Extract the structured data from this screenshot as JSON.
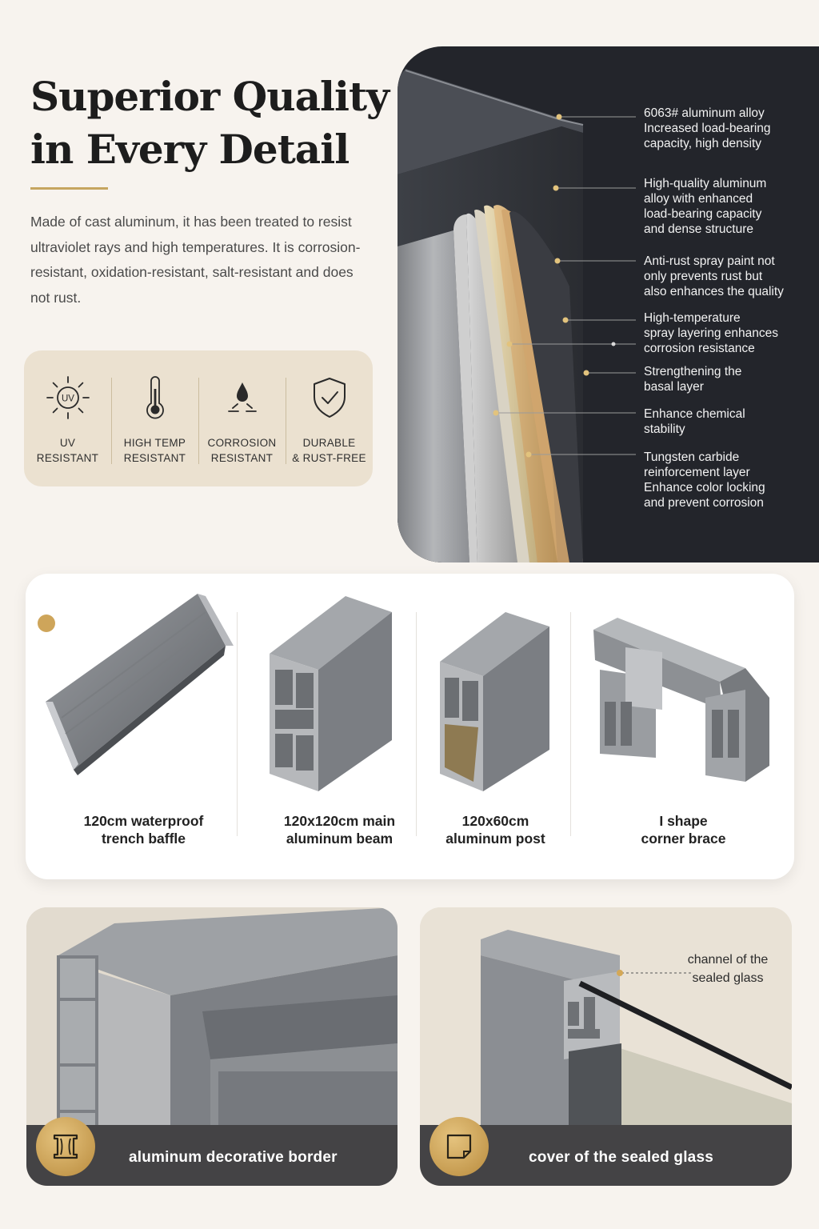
{
  "hero": {
    "title_line1": "Superior Quality",
    "title_line2": "in Every Detail",
    "description": "Made of cast aluminum, it has been treated to resist ultraviolet rays and high temperatures. It is corrosion-resistant, oxidation-resistant, salt-resistant and does not rust."
  },
  "features": [
    {
      "icon": "sun-uv-icon",
      "badge_text": "UV",
      "label": "UV\nRESISTANT"
    },
    {
      "icon": "thermometer-icon",
      "label": "HIGH TEMP\nRESISTANT"
    },
    {
      "icon": "water-drop-icon",
      "label": "CORROSION\nRESISTANT"
    },
    {
      "icon": "shield-check-icon",
      "label": "DURABLE\n& RUST-FREE"
    }
  ],
  "layers": [
    "6063# aluminum alloy\nIncreased load-bearing\ncapacity, high density",
    "High-quality aluminum\nalloy with enhanced\nload-bearing capacity\nand dense structure",
    "Anti-rust spray paint not\nonly prevents rust but\nalso enhances the quality",
    "High-temperature\nspray layering enhances\ncorrosion resistance",
    "Strengthening the\nbasal layer",
    "Enhance chemical\nstability",
    "Tungsten carbide\nreinforcement layer\nEnhance color locking\nand prevent corrosion"
  ],
  "products": [
    {
      "label": "120cm waterproof\ntrench baffle"
    },
    {
      "label": "120x120cm main\naluminum beam"
    },
    {
      "label": "120x60cm\naluminum post"
    },
    {
      "label": "I shape\ncorner brace"
    }
  ],
  "cards": {
    "border": {
      "caption": "aluminum decorative border",
      "icon": "decorative-frame-icon"
    },
    "glass": {
      "caption": "cover of the sealed glass",
      "icon": "glass-cover-icon",
      "note": "channel of the\nsealed glass"
    }
  },
  "colors": {
    "background": "#f7f3ee",
    "gold": "#c6a560",
    "panel_dark": "#23252b",
    "feature_box": "#ebe1d0",
    "card_bar": "#444345"
  }
}
